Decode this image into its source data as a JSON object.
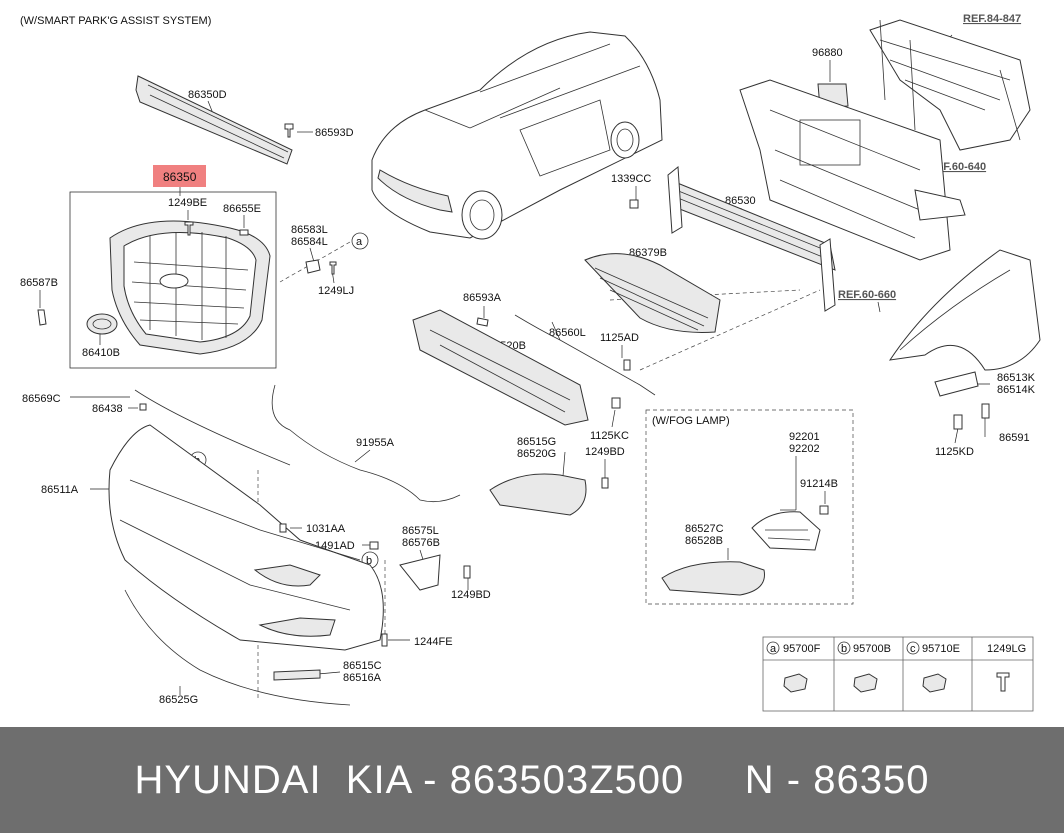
{
  "header_note": "(W/SMART PARK'G ASSIST SYSTEM)",
  "refs": {
    "ref1": "REF.84-847",
    "ref2": "REF.60-640",
    "ref3": "REF.60-660"
  },
  "highlight_label": "86350",
  "labels": {
    "p86350D": "86350D",
    "p86593D": "86593D",
    "p1249BE": "1249BE",
    "p86655E": "86655E",
    "p86583L": "86583L",
    "p86584L": "86584L",
    "p86587B": "86587B",
    "p86410B": "86410B",
    "p1249LJ": "1249LJ",
    "p96880": "96880",
    "p1339CC": "1339CC",
    "p86530": "86530",
    "p86379B": "86379B",
    "p86593A": "86593A",
    "p86560L": "86560L",
    "p86520B": "86520B",
    "p1125AD": "1125AD",
    "p86569C": "86569C",
    "p86438": "86438",
    "p91955A": "91955A",
    "p86515G": "86515G",
    "p86520G": "86520G",
    "p1249BD_1": "1249BD",
    "p1125KC": "1125KC",
    "p86513K": "86513K",
    "p86514K": "86514K",
    "p86591": "86591",
    "p1125KD": "1125KD",
    "p86511A": "86511A",
    "p1031AA": "1031AA",
    "p1491AD": "1491AD",
    "p86575L": "86575L",
    "p86576B": "86576B",
    "p1249BD_2": "1249BD",
    "p1244FE": "1244FE",
    "p86515C": "86515C",
    "p86516A": "86516A",
    "p86525G": "86525G",
    "fog_lamp": "(W/FOG LAMP)",
    "p92201": "92201",
    "p92202": "92202",
    "p91214B": "91214B",
    "p86527C": "86527C",
    "p86528B": "86528B"
  },
  "callouts": {
    "a": "a",
    "b": "b",
    "c": "c"
  },
  "legend": [
    {
      "key": "a",
      "part": "95700F"
    },
    {
      "key": "b",
      "part": "95700B"
    },
    {
      "key": "c",
      "part": "95710E"
    },
    {
      "key": "",
      "part": "1249LG"
    }
  ],
  "footer": "HYUNDAI  KIA - 863503Z500     N - 86350",
  "colors": {
    "highlight": "#f08080",
    "footer_bg": "#6e6e6e",
    "footer_text": "#ffffff"
  }
}
